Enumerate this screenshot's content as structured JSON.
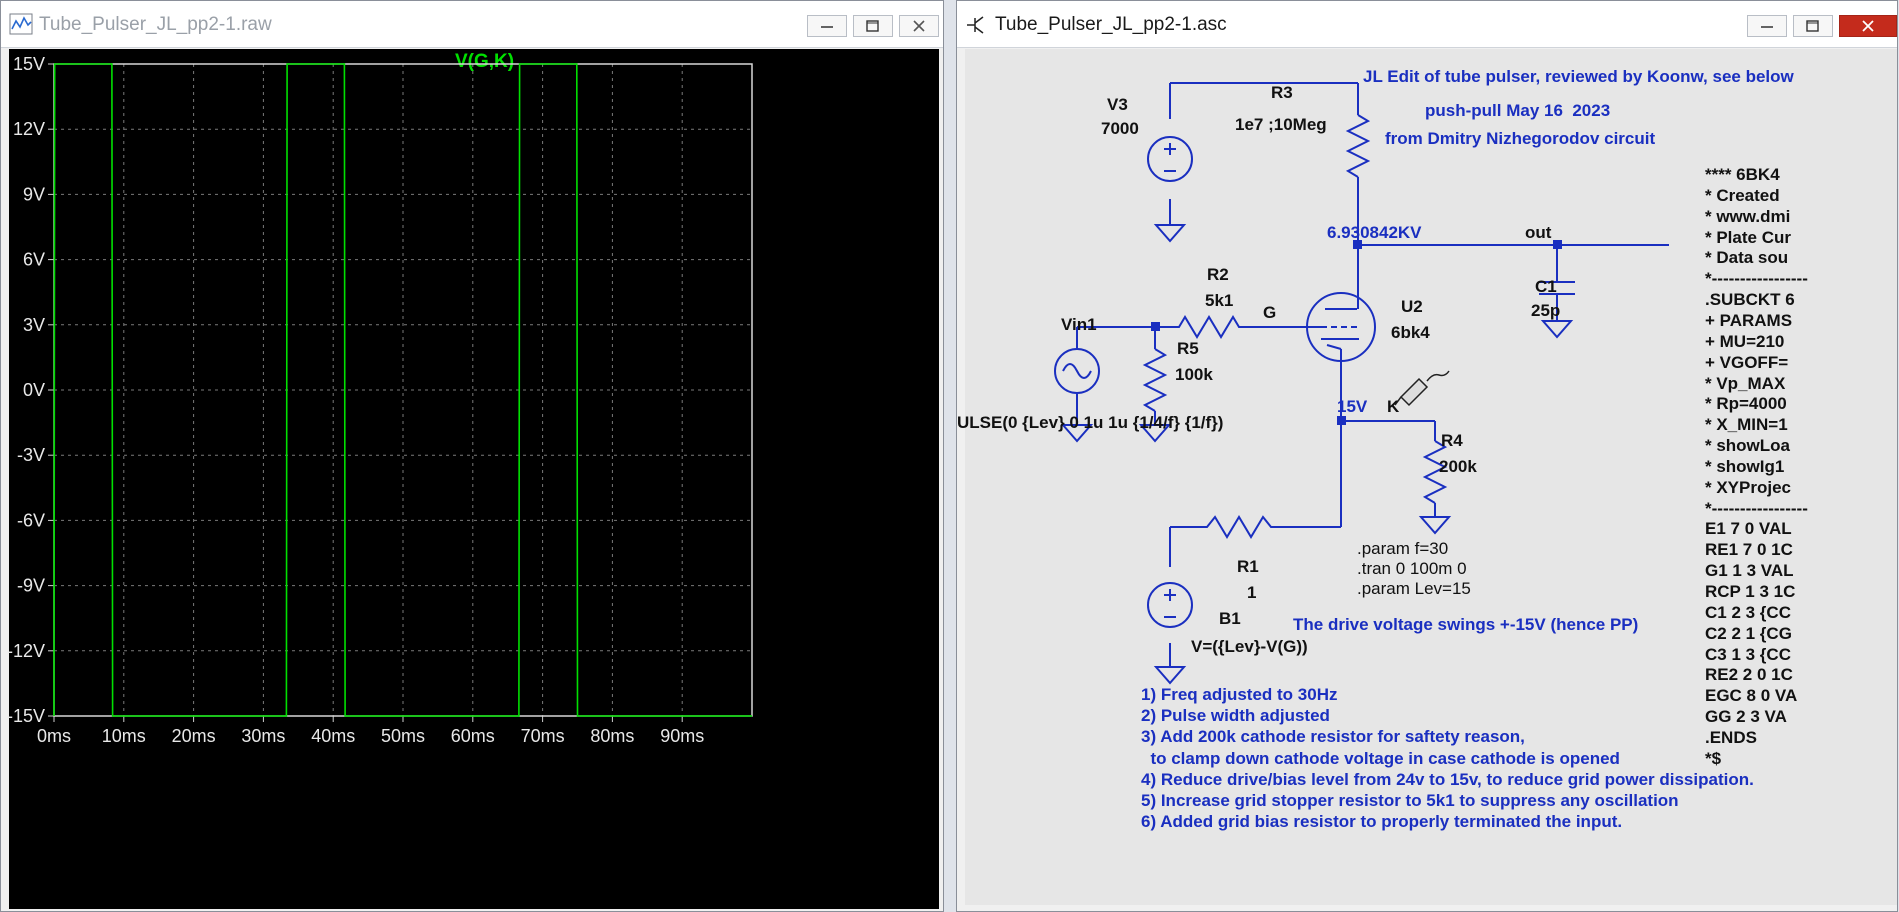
{
  "raw_window": {
    "title": "Tube_Pulser_JL_pp2-1.raw",
    "trace_label": "V(G,K)",
    "y_ticks": [
      "15V",
      "12V",
      "9V",
      "6V",
      "3V",
      "0V",
      "-3V",
      "-6V",
      "-9V",
      "-12V",
      "-15V"
    ],
    "x_ticks": [
      "0ms",
      "10ms",
      "20ms",
      "30ms",
      "40ms",
      "50ms",
      "60ms",
      "70ms",
      "80ms",
      "90ms"
    ]
  },
  "chart_data": {
    "type": "line",
    "title": "V(G,K)",
    "xlabel": "",
    "ylabel": "",
    "xlim": [
      0,
      100
    ],
    "ylim": [
      -15,
      15
    ],
    "x_unit": "ms",
    "y_unit": "V",
    "grid": true,
    "series": [
      {
        "name": "V(G,K)",
        "color": "#00e000",
        "points": [
          [
            0,
            -15
          ],
          [
            0.1,
            15
          ],
          [
            8.3,
            15
          ],
          [
            8.4,
            -15
          ],
          [
            33.3,
            -15
          ],
          [
            33.4,
            15
          ],
          [
            41.6,
            15
          ],
          [
            41.7,
            -15
          ],
          [
            66.6,
            -15
          ],
          [
            66.7,
            15
          ],
          [
            74.9,
            15
          ],
          [
            75.0,
            -15
          ],
          [
            100,
            -15
          ]
        ]
      }
    ]
  },
  "asc_window": {
    "title": "Tube_Pulser_JL_pp2-1.asc",
    "header_lines": [
      "JL Edit of tube pulser, reviewed by Koonw, see below",
      "push-pull May 16  2023",
      "from Dmitry Nizhegorodov circuit"
    ],
    "components": {
      "v3_name": "V3",
      "v3_value": "7000",
      "r3_name": "R3",
      "r3_value": "1e7 ;10Meg",
      "node_voltage": "6.930842KV",
      "out_label": "out",
      "c1_name": "C1",
      "c1_value": "25p",
      "r2_name": "R2",
      "r2_value": "5k1",
      "g_label": "G",
      "u2_name": "U2",
      "u2_value": "6bk4",
      "vin_name": "Vin1",
      "r5_name": "R5",
      "r5_value": "100k",
      "pulse_text": "ULSE(0 {Lev} 0 1u 1u {1/4/f} {1/f})",
      "k_voltage": "15V",
      "k_label": "K",
      "r4_name": "R4",
      "r4_value": "200k",
      "r1_name": "R1",
      "r1_value": "1",
      "b1_name": "B1",
      "b1_value": "V=({Lev}-V(G))"
    },
    "directives": [
      ".param f=30",
      ".tran 0 100m 0",
      ".param Lev=15"
    ],
    "drive_note": "The drive voltage swings +-15V (hence PP)",
    "notes": [
      "1) Freq adjusted to 30Hz",
      "2) Pulse width adjusted",
      "3) Add 200k cathode resistor for saftety reason,",
      "  to clamp down cathode voltage in case cathode is opened",
      "4) Reduce drive/bias level from 24v to 15v, to reduce grid power dissipation.",
      "5) Increase grid stopper resistor to 5k1 to suppress any oscillation",
      "6) Added grid bias resistor to properly terminated the input."
    ],
    "spice_lines": [
      "**** 6BK4 ",
      "* Created ",
      "* www.dmi",
      "* Plate Cur",
      "* Data sou",
      "*-----------------",
      ".SUBCKT 6",
      "+ PARAMS",
      "+ MU=210",
      "+ VGOFF=",
      "* Vp_MAX",
      "* Rp=4000",
      "* X_MIN=1",
      "* showLoa",
      "* showIg1",
      "* XYProjec",
      "*-----------------",
      "E1 7 0 VAL",
      "RE1 7 0 1C",
      "G1 1 3 VAL",
      "RCP 1 3 1C",
      "C1 2 3 {CC",
      "C2 2 1 {CG",
      "C3 1 3 {CC",
      "RE2 2 0 1C",
      "EGC 8 0 VA",
      "GG 2 3 VA",
      ".ENDS",
      "*$"
    ]
  }
}
